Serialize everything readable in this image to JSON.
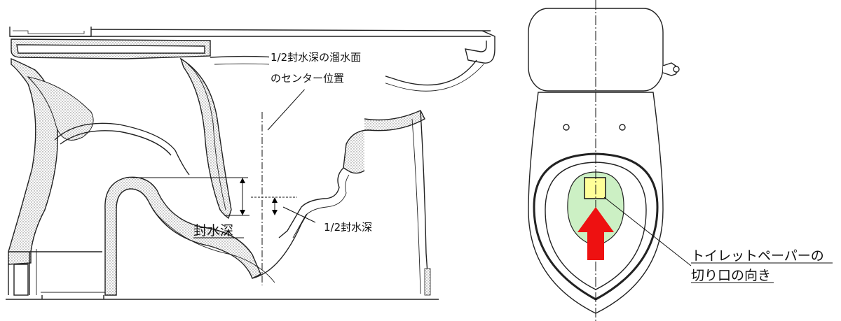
{
  "labels": {
    "center_position_line1": "1/2封水深の溜水面",
    "center_position_line2": "のセンター位置",
    "seal_depth": "封水深",
    "half_seal_depth": "1/2封水深",
    "paper_direction_line1": "トイレットペーパーの",
    "paper_direction_line2": "切り口の向き"
  },
  "colors": {
    "outline": "#222222",
    "hatch": "#8a8a8a",
    "water_area": "#ccf0c4",
    "paper_square": "#ffff99",
    "arrow": "#ee1111"
  },
  "icons": {
    "direction_arrow": "up-arrow-icon",
    "double_arrow": "double-headed-arrow-icon"
  }
}
